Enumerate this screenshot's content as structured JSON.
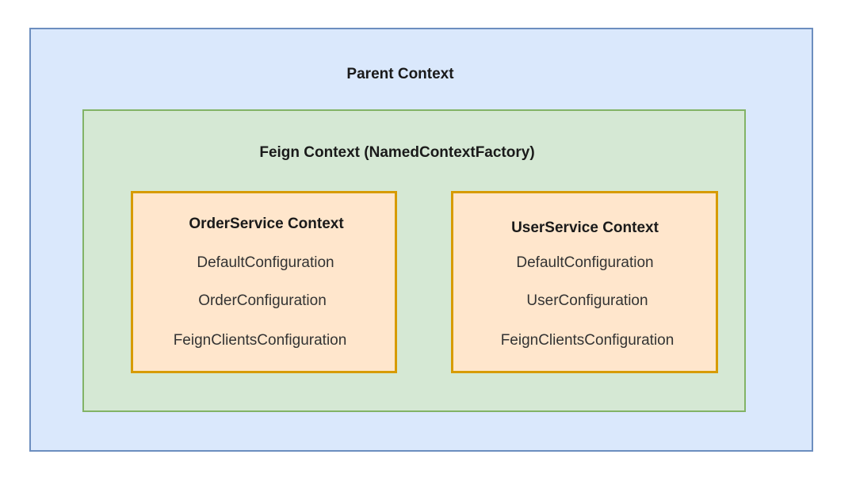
{
  "parent_context": {
    "title": "Parent Context",
    "fill": "#dae8fc",
    "stroke": "#6c8ebf"
  },
  "feign_context": {
    "title": "Feign Context (NamedContextFactory)",
    "fill": "#d5e8d4",
    "stroke": "#82b366"
  },
  "order_service_context": {
    "title": "OrderService Context",
    "items": [
      "DefaultConfiguration",
      "OrderConfiguration",
      "FeignClientsConfiguration"
    ],
    "fill": "#ffe6cc",
    "stroke": "#d79b00"
  },
  "user_service_context": {
    "title": "UserService Context",
    "items": [
      "DefaultConfiguration",
      "UserConfiguration",
      "FeignClientsConfiguration"
    ],
    "fill": "#ffe6cc",
    "stroke": "#d79b00"
  }
}
